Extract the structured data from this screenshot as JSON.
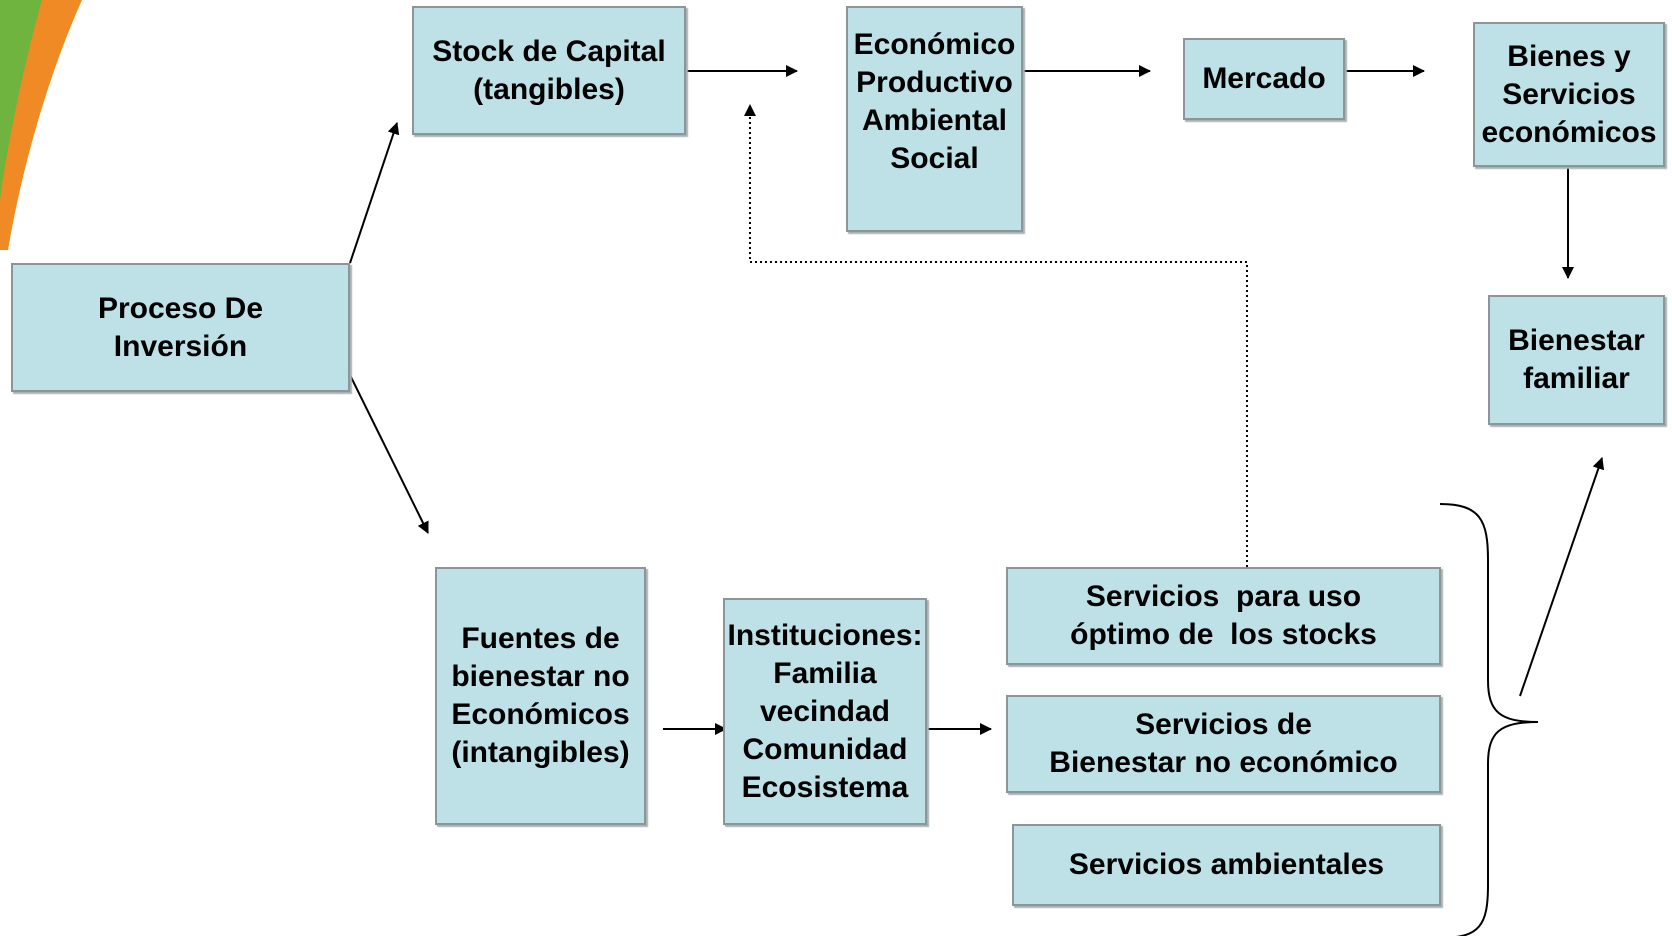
{
  "nodes": {
    "proceso": "Proceso De\nInversión",
    "stock_capital": "Stock de Capital\n(tangibles)",
    "dimensiones": "Económico\nProductivo\nAmbiental\nSocial",
    "mercado": "Mercado",
    "bienes_servicios": "Bienes y\nServicios\neconómicos",
    "bienestar_familiar": "Bienestar\nfamiliar",
    "fuentes": "Fuentes de\nbienestar no\nEconómicos\n(intangibles)",
    "instituciones": "Instituciones:\nFamilia\nvecindad\nComunidad\nEcosistema",
    "servicios_stocks": "Servicios  para uso\nóptimo de  los stocks",
    "servicios_bienestar": "Servicios de\nBienestar no económico",
    "servicios_ambientales": "Servicios ambientales"
  },
  "colors": {
    "box_fill": "#bde1e6",
    "box_border": "#8c9597",
    "arrow": "#000000",
    "accent_green": "#6fb43f",
    "accent_orange": "#f08a24"
  }
}
